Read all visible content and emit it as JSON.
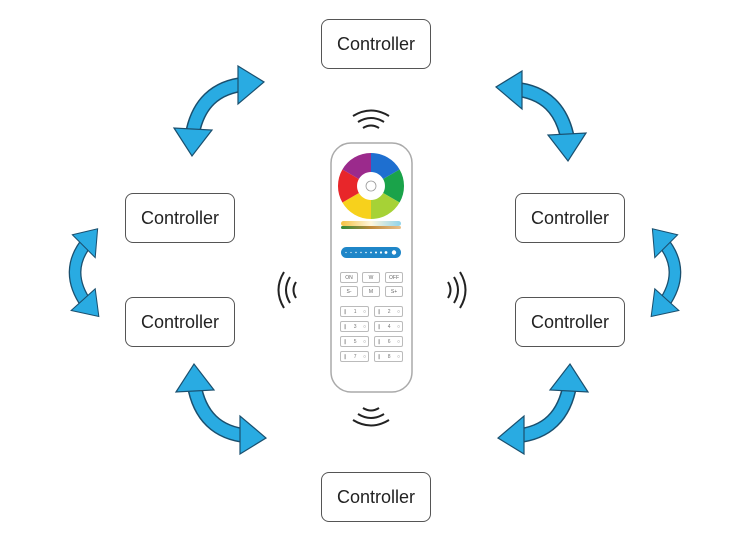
{
  "controllers": [
    "Controller",
    "Controller",
    "Controller",
    "Controller",
    "Controller",
    "Controller"
  ],
  "remote": {
    "buttons": [
      "ON",
      "W",
      "OFF",
      "S-",
      "M",
      "S+"
    ],
    "zones": [
      "1",
      "2",
      "3",
      "4",
      "5",
      "6",
      "7",
      "8"
    ]
  },
  "colors": {
    "arrow": "#29abe2",
    "arrow_outline": "#1a4f6e"
  }
}
